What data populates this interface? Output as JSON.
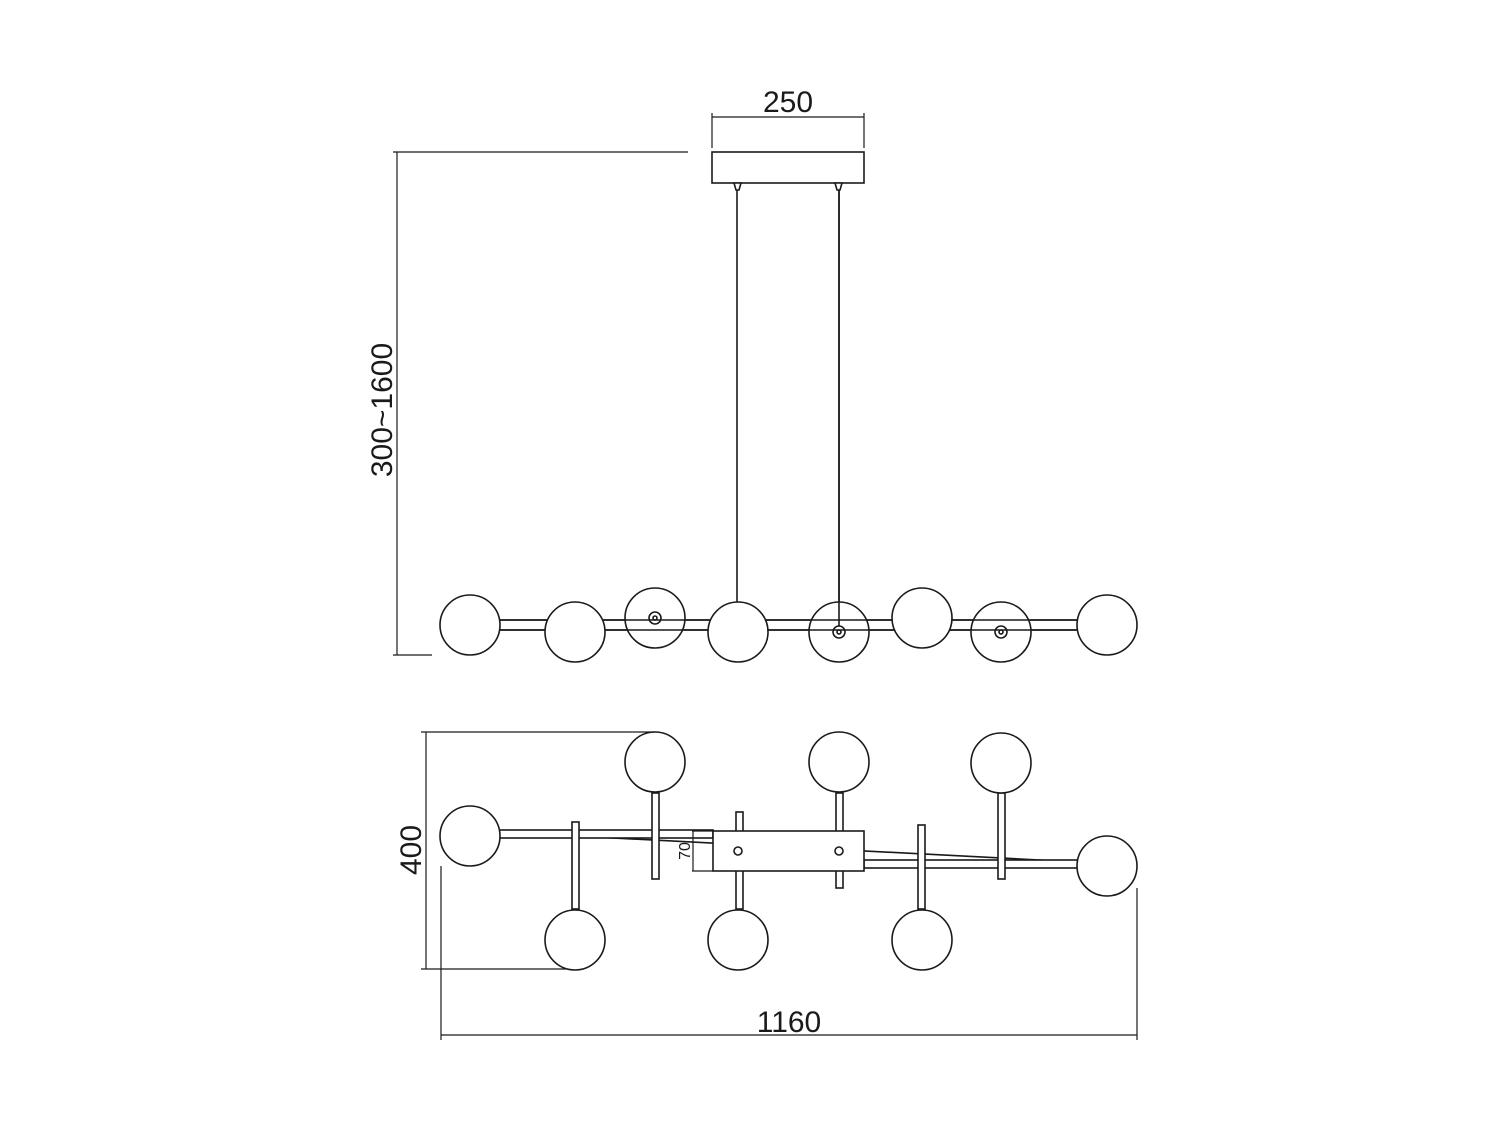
{
  "dimensions": {
    "canopy_width": "250",
    "drop_height": "300~1600",
    "plan_depth": "400",
    "overall_length": "1160",
    "center_bar_height": "70"
  }
}
